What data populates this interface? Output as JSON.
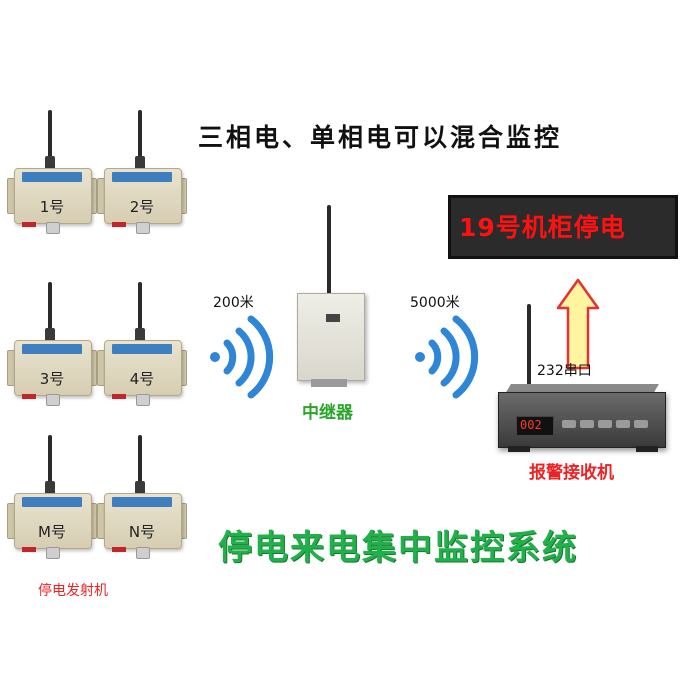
{
  "title_top": "三相电、单相电可以混合监控",
  "banner": "19号机柜停电",
  "transmitters": [
    "1号",
    "2号",
    "3号",
    "4号",
    "M号",
    "N号"
  ],
  "transmitter_caption": "停电发射机",
  "distance_left": "200米",
  "distance_right": "5000米",
  "repeater_label": "中继器",
  "serial_label": "232串口",
  "receiver_label": "报警接收机",
  "receiver_display": "002",
  "bottom_title": "停电来电集中监控系统",
  "colors": {
    "green": "#22b04b",
    "red": "#ee2222",
    "wave_blue": "#2f86d6"
  }
}
